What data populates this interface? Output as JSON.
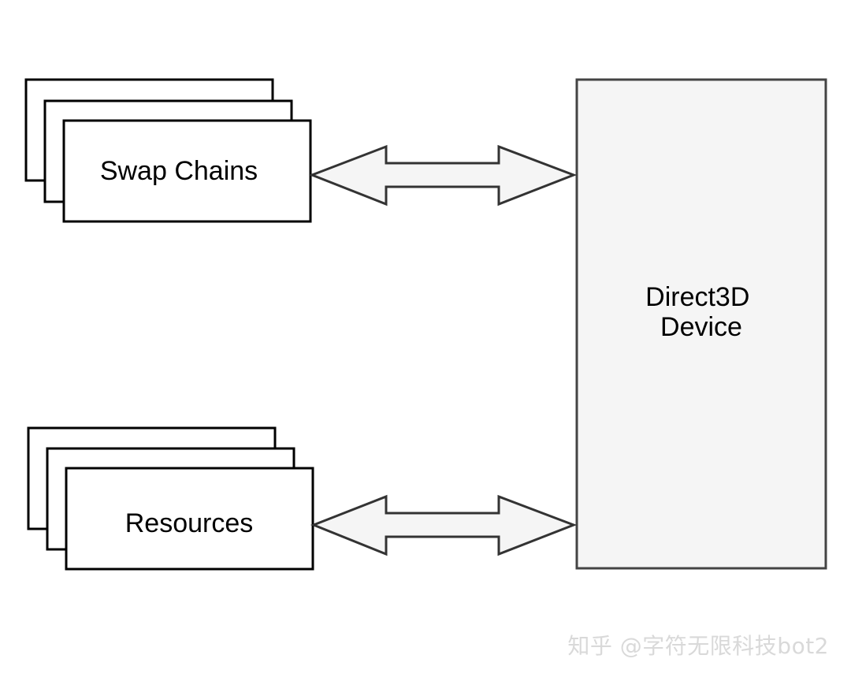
{
  "diagram": {
    "nodes": {
      "swap_chains": {
        "label": "Swap Chains"
      },
      "resources": {
        "label": "Resources"
      },
      "device": {
        "label_lines": [
          "Direct3D",
          "Device"
        ]
      }
    },
    "edges": [
      {
        "from": "swap_chains",
        "to": "device",
        "style": "double-headed-arrow"
      },
      {
        "from": "resources",
        "to": "device",
        "style": "double-headed-arrow"
      }
    ]
  },
  "watermark": "知乎 @字符无限科技bot2",
  "colors": {
    "stroke": "#000000",
    "arrow_stroke": "#333333",
    "arrow_fill": "#f5f5f5",
    "device_fill": "#f5f5f5",
    "device_stroke": "#444444"
  }
}
